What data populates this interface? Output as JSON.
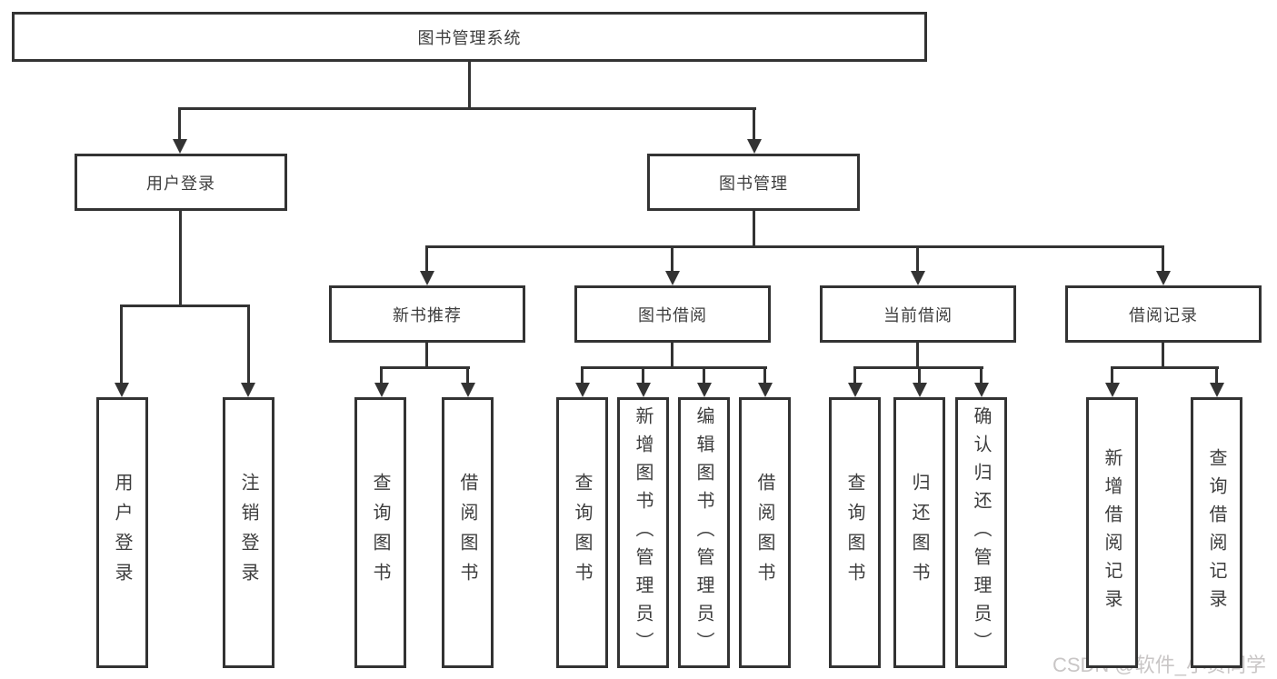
{
  "tree": {
    "root": "图书管理系统",
    "branches": [
      {
        "label": "用户登录",
        "children": [
          "用户登录",
          "注销登录"
        ]
      },
      {
        "label": "图书管理",
        "groups": [
          {
            "label": "新书推荐",
            "children": [
              "查询图书",
              "借阅图书"
            ]
          },
          {
            "label": "图书借阅",
            "children": [
              "查询图书",
              "新增图书（管理员）",
              "编辑图书（管理员）",
              "借阅图书"
            ]
          },
          {
            "label": "当前借阅",
            "children": [
              "查询图书",
              "归还图书",
              "确认归还（管理员）"
            ]
          },
          {
            "label": "借阅记录",
            "children": [
              "新增借阅记录",
              "查询借阅记录"
            ]
          }
        ]
      }
    ]
  },
  "watermark": {
    "text": "CSDN @软件_小贺同学"
  },
  "colors": {
    "line": "#333333",
    "text": "#3d3d3d",
    "watermark": "#c9c6c6",
    "background": "#ffffff"
  }
}
